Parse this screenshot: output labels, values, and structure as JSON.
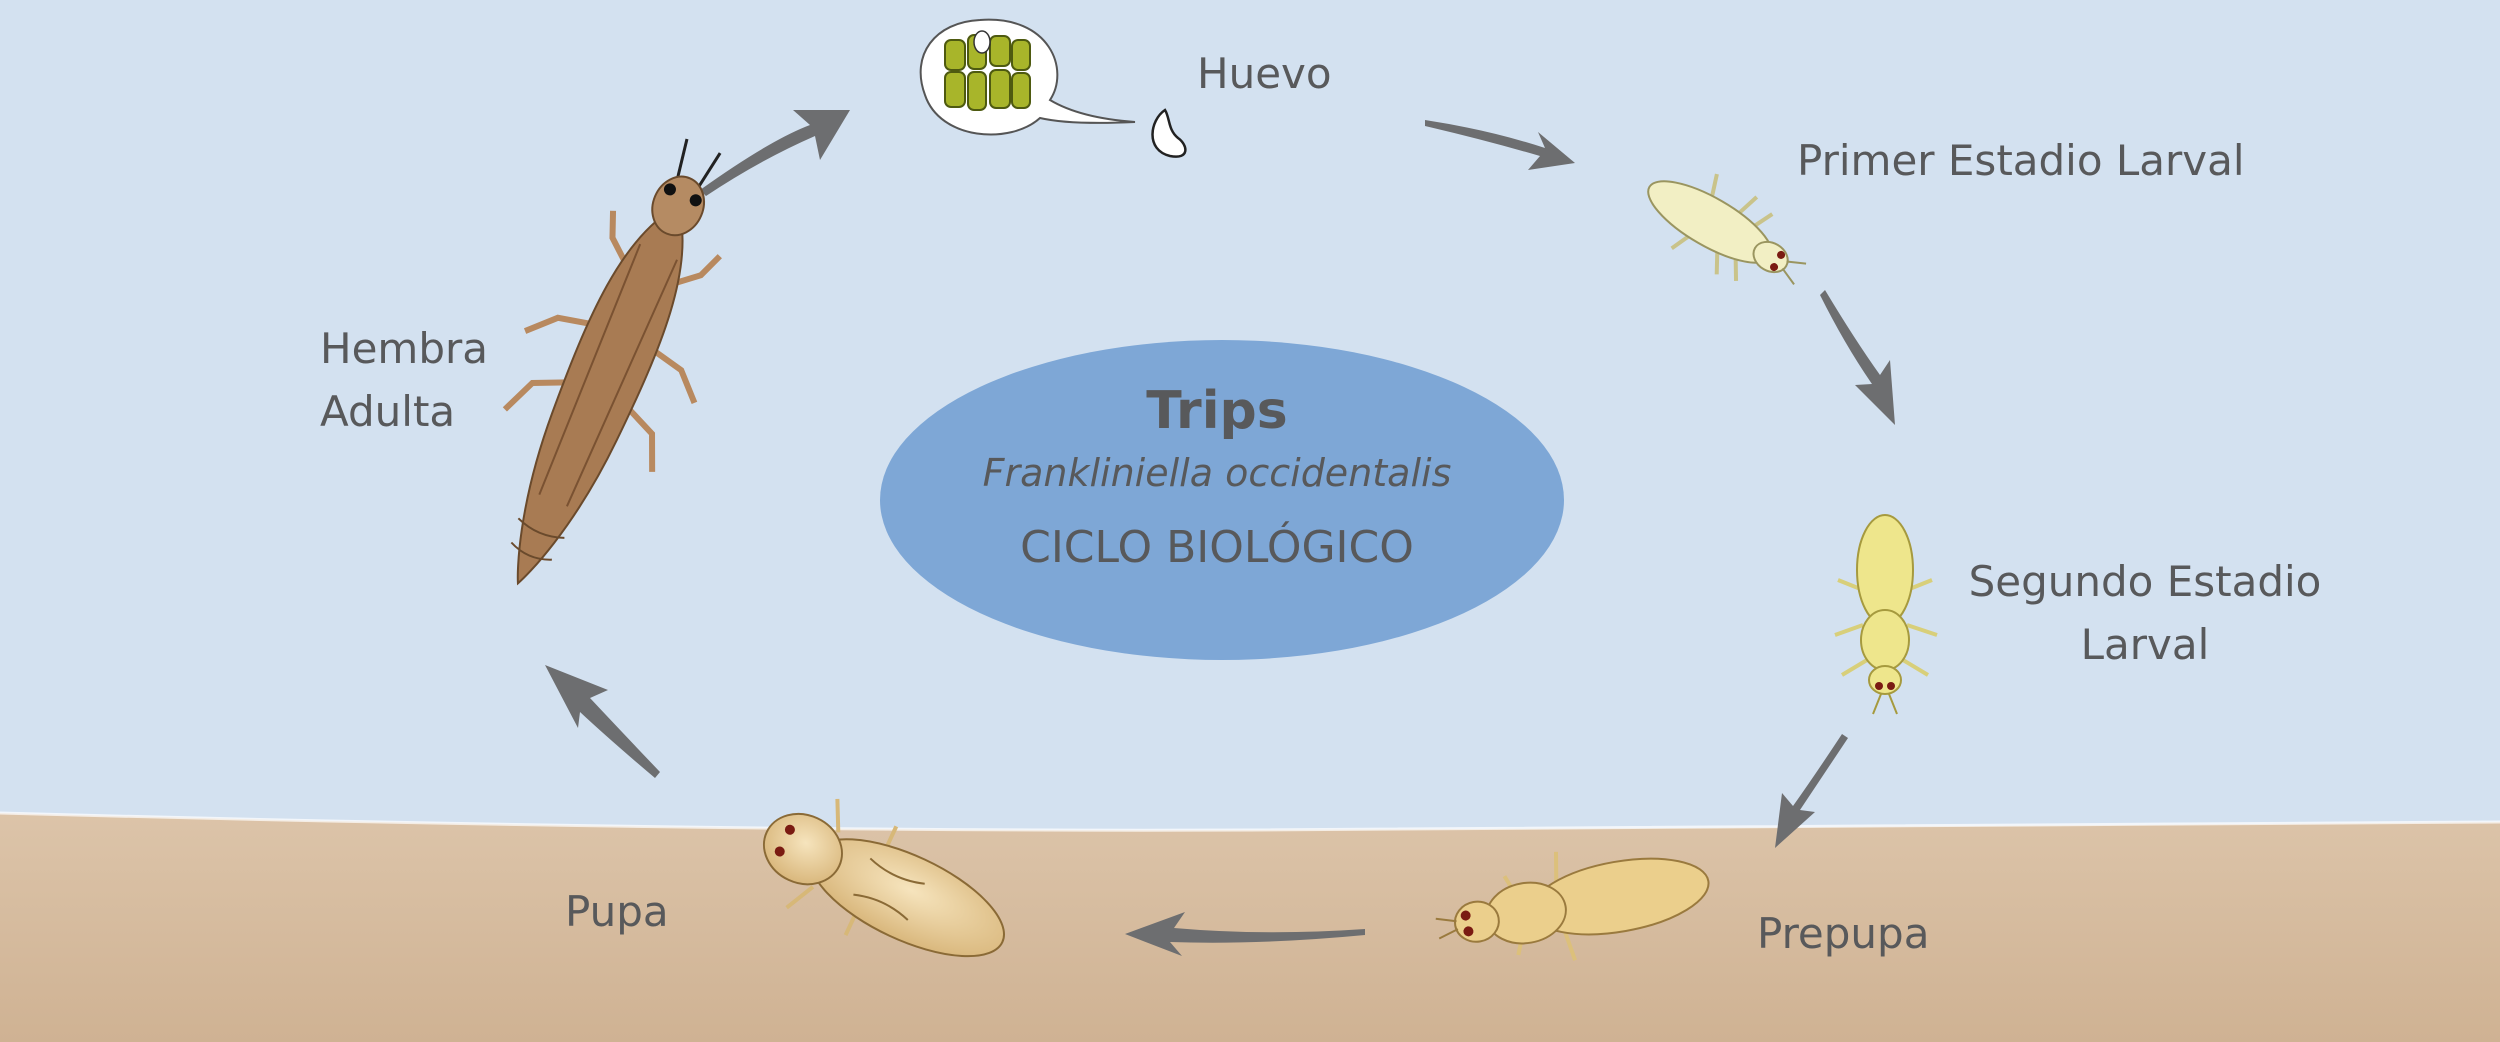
{
  "center": {
    "title": "Trips",
    "species": "Frankliniella occidentalis",
    "subtitle": "CICLO BIOLÓGICO"
  },
  "stages": {
    "egg": "Huevo",
    "larva1": "Primer Estadio Larval",
    "larva2_line1": "Segundo Estadio",
    "larva2_line2": "Larval",
    "prepupa": "Prepupa",
    "pupa": "Pupa",
    "adult_line1": "Hembra",
    "adult_line2": "Adulta"
  },
  "colors": {
    "sky": "#d3e1f0",
    "soil": "#d1b69a",
    "ellipse": "#7ea7d6",
    "text": "#58595b",
    "arrow": "#6d6e70",
    "adult_body": "#a87b53",
    "larva1_body": "#f2efc4",
    "larva2_body": "#eee68c",
    "prepupa_body": "#ebcf8c",
    "pupa_body": "#e7cd99",
    "leaf": "#a8b52a"
  }
}
